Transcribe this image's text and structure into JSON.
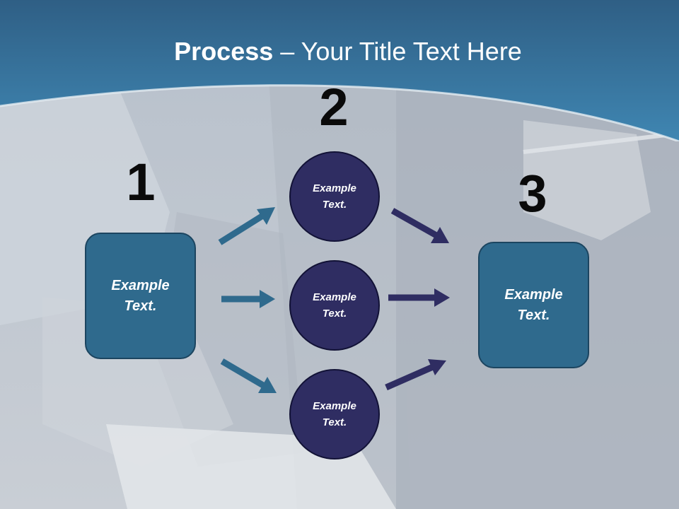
{
  "slide": {
    "title_bold": "Process",
    "title_rest": " – Your Title Text Here",
    "steps": [
      "1",
      "2",
      "3"
    ],
    "left_box": "Example\nText.",
    "right_box": "Example\nText.",
    "circles": [
      "Example\nText.",
      "Example\nText.",
      "Example\nText."
    ]
  },
  "colors": {
    "header": "#3a7aa3",
    "box_fill": "#2f6a8d",
    "circle_fill": "#2f2d62",
    "arrow_teal": "#2f6a8d",
    "arrow_navy": "#2f2d62"
  }
}
